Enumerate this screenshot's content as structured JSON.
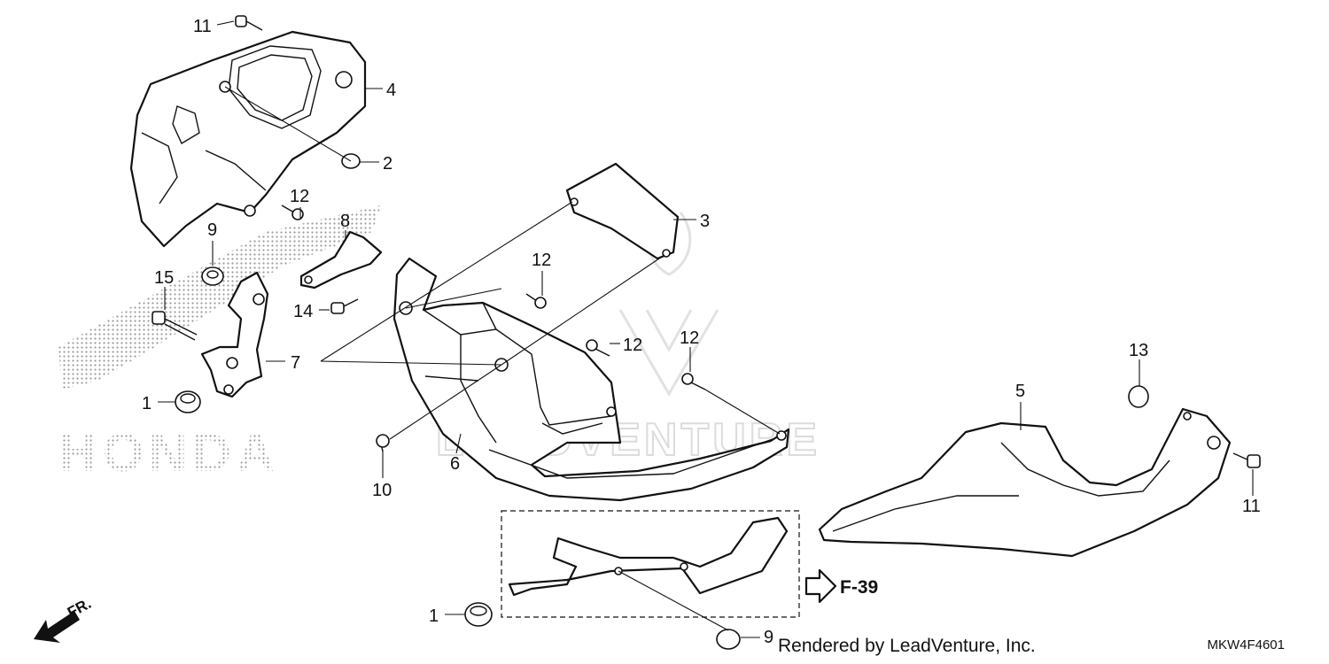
{
  "watermark": {
    "brand": "HONDA",
    "renderer": "LEADVENTURE"
  },
  "callouts": [
    {
      "id": "c11a",
      "label": "11"
    },
    {
      "id": "c4",
      "label": "4"
    },
    {
      "id": "c2",
      "label": "2"
    },
    {
      "id": "c12a",
      "label": "12"
    },
    {
      "id": "c8",
      "label": "8"
    },
    {
      "id": "c9a",
      "label": "9"
    },
    {
      "id": "c15",
      "label": "15"
    },
    {
      "id": "c14",
      "label": "14"
    },
    {
      "id": "c7",
      "label": "7"
    },
    {
      "id": "c1a",
      "label": "1"
    },
    {
      "id": "c3",
      "label": "3"
    },
    {
      "id": "c12b",
      "label": "12"
    },
    {
      "id": "c12c",
      "label": "12"
    },
    {
      "id": "c12d",
      "label": "12"
    },
    {
      "id": "c10",
      "label": "10"
    },
    {
      "id": "c6",
      "label": "6"
    },
    {
      "id": "c13",
      "label": "13"
    },
    {
      "id": "c5",
      "label": "5"
    },
    {
      "id": "c11b",
      "label": "11"
    },
    {
      "id": "c1b",
      "label": "1"
    },
    {
      "id": "c9b",
      "label": "9"
    }
  ],
  "reference": {
    "label": "F-39"
  },
  "direction": {
    "label": "FR."
  },
  "footer": {
    "credit": "Rendered by LeadVenture, Inc.",
    "diagram_code": "MKW4F4601"
  }
}
